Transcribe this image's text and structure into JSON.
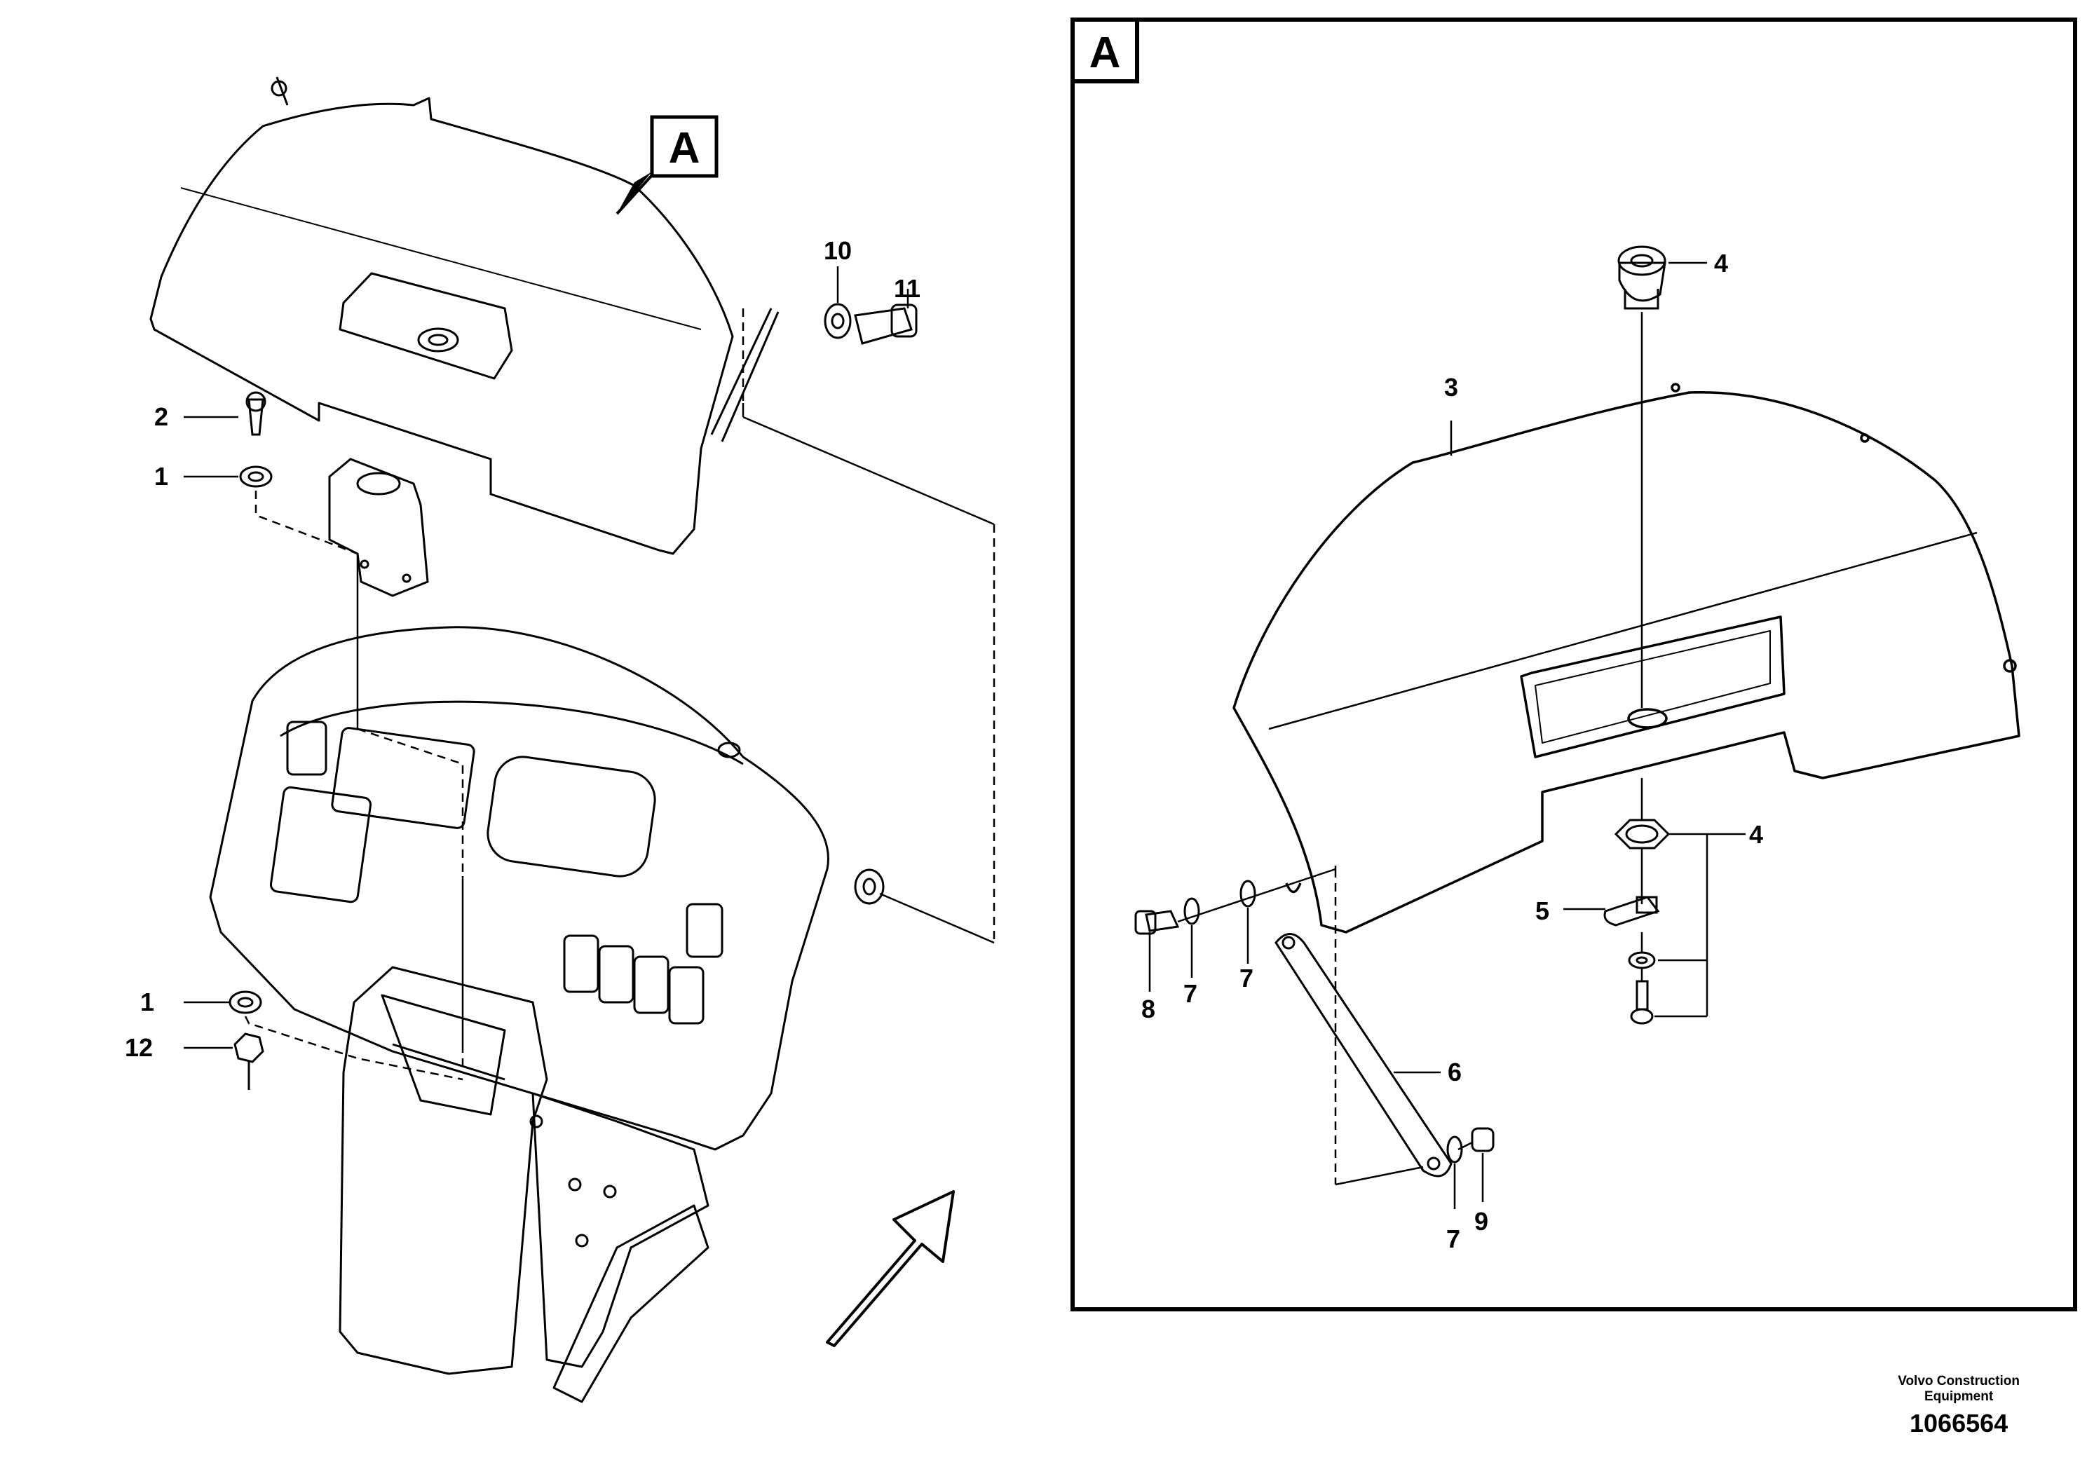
{
  "section_tag": "A",
  "callouts": {
    "c1a": "1",
    "c1b": "1",
    "c2": "2",
    "c10": "10",
    "c11": "11",
    "c12": "12",
    "d3": "3",
    "d4a": "4",
    "d4b": "4",
    "d5": "5",
    "d6": "6",
    "d7a": "7",
    "d7b": "7",
    "d7c": "7",
    "d8": "8",
    "d9": "9"
  },
  "footer": {
    "brand_line1": "Volvo Construction",
    "brand_line2": "Equipment",
    "drawing_number": "1066564"
  }
}
